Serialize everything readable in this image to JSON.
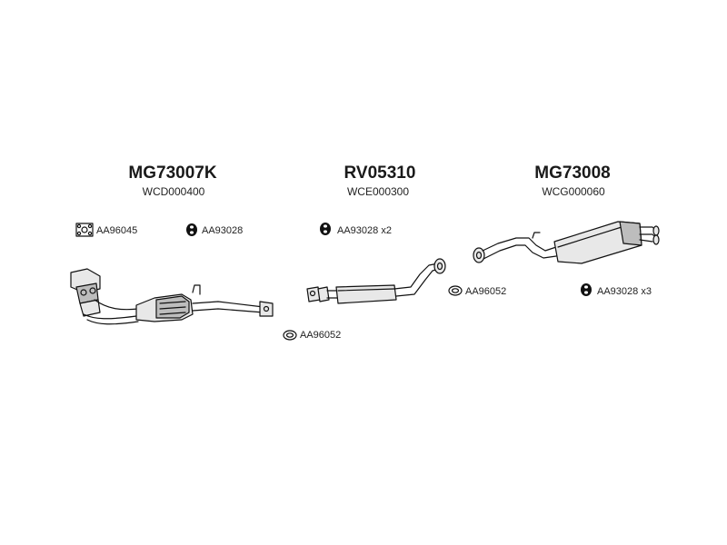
{
  "groups": [
    {
      "part_number": "MG73007K",
      "ref": "WCD000400"
    },
    {
      "part_number": "RV05310",
      "ref": "WCE000300"
    },
    {
      "part_number": "MG73008",
      "ref": "WCG000060"
    }
  ],
  "parts": {
    "gasket_1": "AA96045",
    "hanger_1": "AA93028",
    "hanger_2": "AA93028 x2",
    "ring_gasket_2": "AA96052",
    "ring_gasket_3": "AA96052",
    "hanger_3": "AA93028 x3"
  }
}
